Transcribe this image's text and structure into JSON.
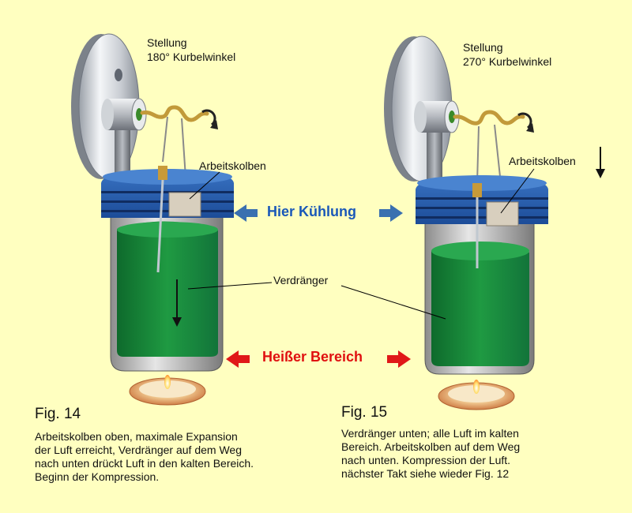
{
  "left": {
    "position_title": "Stellung",
    "position_angle": "180° Kurbelwinkel",
    "piston_label": "Arbeitskolben",
    "figure": "Fig. 14",
    "caption": [
      "Arbeitskolben oben, maximale Expansion",
      "der Luft erreicht, Verdränger auf dem Weg",
      "nach unten drückt Luft in den kalten Bereich.",
      "Beginn der Kompression."
    ]
  },
  "right": {
    "position_title": "Stellung",
    "position_angle": "270° Kurbelwinkel",
    "piston_label": "Arbeitskolben",
    "figure": "Fig. 15",
    "caption": [
      "Verdränger unten; alle Luft im kalten",
      "Bereich. Arbeitskolben auf dem Weg",
      "nach unten. Kompression der Luft.",
      "nächster Takt siehe wieder Fig. 12"
    ]
  },
  "displacer_label": "Verdränger",
  "cooling_label": "Hier Kühlung",
  "hot_label": "Heißer Bereich",
  "colors": {
    "background": "#ffffc0",
    "cooling_text": "#1a58b8",
    "cooling_arrow": "#3a70b0",
    "hot_text": "#e01010",
    "hot_arrow": "#e01818",
    "cylinder_cap": "#2c64b4",
    "displacer": "#1c8a3c"
  },
  "icons": [
    "flywheel-icon",
    "crank-rotation-icon",
    "candle-icon",
    "arrow-down-icon",
    "arrow-left-icon",
    "arrow-right-icon"
  ]
}
